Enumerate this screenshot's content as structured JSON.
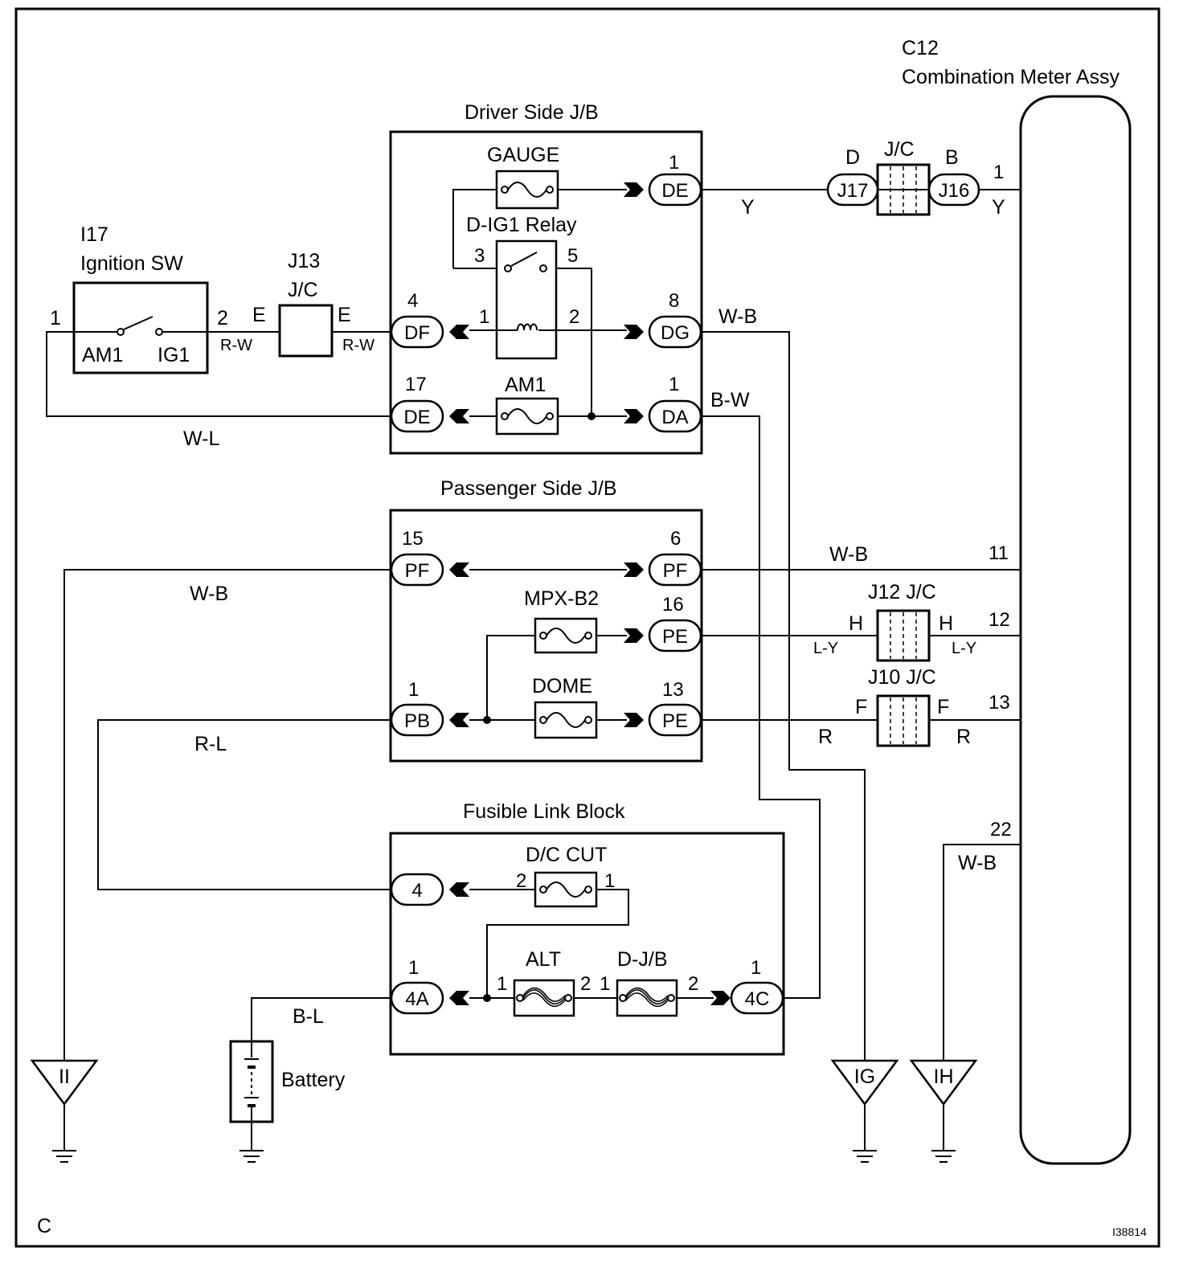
{
  "page": {
    "frame_letter": "C",
    "figure_id": "I38814"
  },
  "ignition_sw": {
    "id": "I17",
    "name": "Ignition SW",
    "pin_in": "1",
    "pin_out": "2",
    "am1": "AM1",
    "ig1": "IG1"
  },
  "j13": {
    "id": "J13",
    "name": "J/C",
    "pin_left": "E",
    "pin_right": "E"
  },
  "combination_meter": {
    "id": "C12",
    "name": "Combination Meter Assy",
    "pins": [
      "1",
      "11",
      "12",
      "13",
      "22"
    ]
  },
  "driver_jb": {
    "title": "Driver Side J/B",
    "fuses": {
      "gauge": "GAUGE",
      "am1": "AM1"
    },
    "relay": {
      "name": "D-IG1 Relay",
      "pins": [
        "3",
        "5",
        "1",
        "2"
      ]
    },
    "connectors": {
      "de1": {
        "pin": "1",
        "code": "DE"
      },
      "df4": {
        "pin": "4",
        "code": "DF"
      },
      "dg8": {
        "pin": "8",
        "code": "DG"
      },
      "de17": {
        "pin": "17",
        "code": "DE"
      },
      "da1": {
        "pin": "1",
        "code": "DA"
      }
    }
  },
  "passenger_jb": {
    "title": "Passenger Side J/B",
    "fuses": {
      "mpx": "MPX-B2",
      "dome": "DOME"
    },
    "connectors": {
      "pf15": {
        "pin": "15",
        "code": "PF"
      },
      "pf6": {
        "pin": "6",
        "code": "PF"
      },
      "pe16": {
        "pin": "16",
        "code": "PE"
      },
      "pb1": {
        "pin": "1",
        "code": "PB"
      },
      "pe13": {
        "pin": "13",
        "code": "PE"
      }
    }
  },
  "fusible_block": {
    "title": "Fusible Link Block",
    "dc_cut": {
      "name": "D/C CUT",
      "pin_a": "2",
      "pin_b": "1"
    },
    "alt": {
      "name": "ALT",
      "pin_a": "1",
      "pin_b": "2"
    },
    "djb": {
      "name": "D-J/B",
      "pin_a": "1",
      "pin_b": "2"
    },
    "connectors": {
      "c4": {
        "pin": "",
        "code": "4"
      },
      "c4a": {
        "pin": "1",
        "code": "4A"
      },
      "c4c": {
        "pin": "1",
        "code": "4C"
      }
    }
  },
  "j17_j16": {
    "name": "J/C",
    "left_pin": "D",
    "right_pin": "B",
    "left_code": "J17",
    "right_code": "J16"
  },
  "j12": {
    "name": "J12 J/C",
    "pin": "H"
  },
  "j10": {
    "name": "J10 J/C",
    "pin": "F"
  },
  "wire_colors": {
    "rw": "R-W",
    "wl": "W-L",
    "y": "Y",
    "wb": "W-B",
    "bw": "B-W",
    "ly": "L-Y",
    "r": "R",
    "rl": "R-L",
    "bl": "B-L"
  },
  "grounds": {
    "ii": "II",
    "ig": "IG",
    "ih": "IH"
  },
  "battery": {
    "name": "Battery"
  }
}
